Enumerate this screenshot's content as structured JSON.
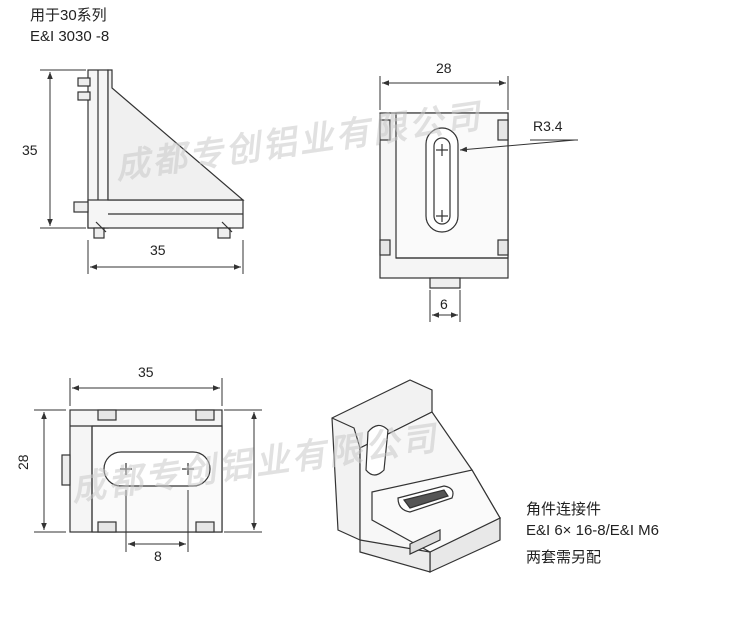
{
  "header": {
    "line1": "用于30系列",
    "line2": "E&I 3030 -8"
  },
  "dimensions": {
    "side_view_height": "35",
    "side_view_width": "35",
    "top_view_width": "28",
    "slot_radius": "R3.4",
    "tab_width": "6",
    "front_view_width": "35",
    "front_view_height": "28",
    "slot_spacing": "8"
  },
  "notes": {
    "line1": "角件连接件",
    "line2": "E&I 6× 16-8/E&I M6",
    "line3": "两套需另配"
  },
  "watermark": {
    "text": "成都专创铝业有限公司"
  },
  "colors": {
    "line": "#333333",
    "body_fill": "#f2f2f2",
    "dark_fill": "#555555",
    "watermark": "#c8c8c8"
  }
}
